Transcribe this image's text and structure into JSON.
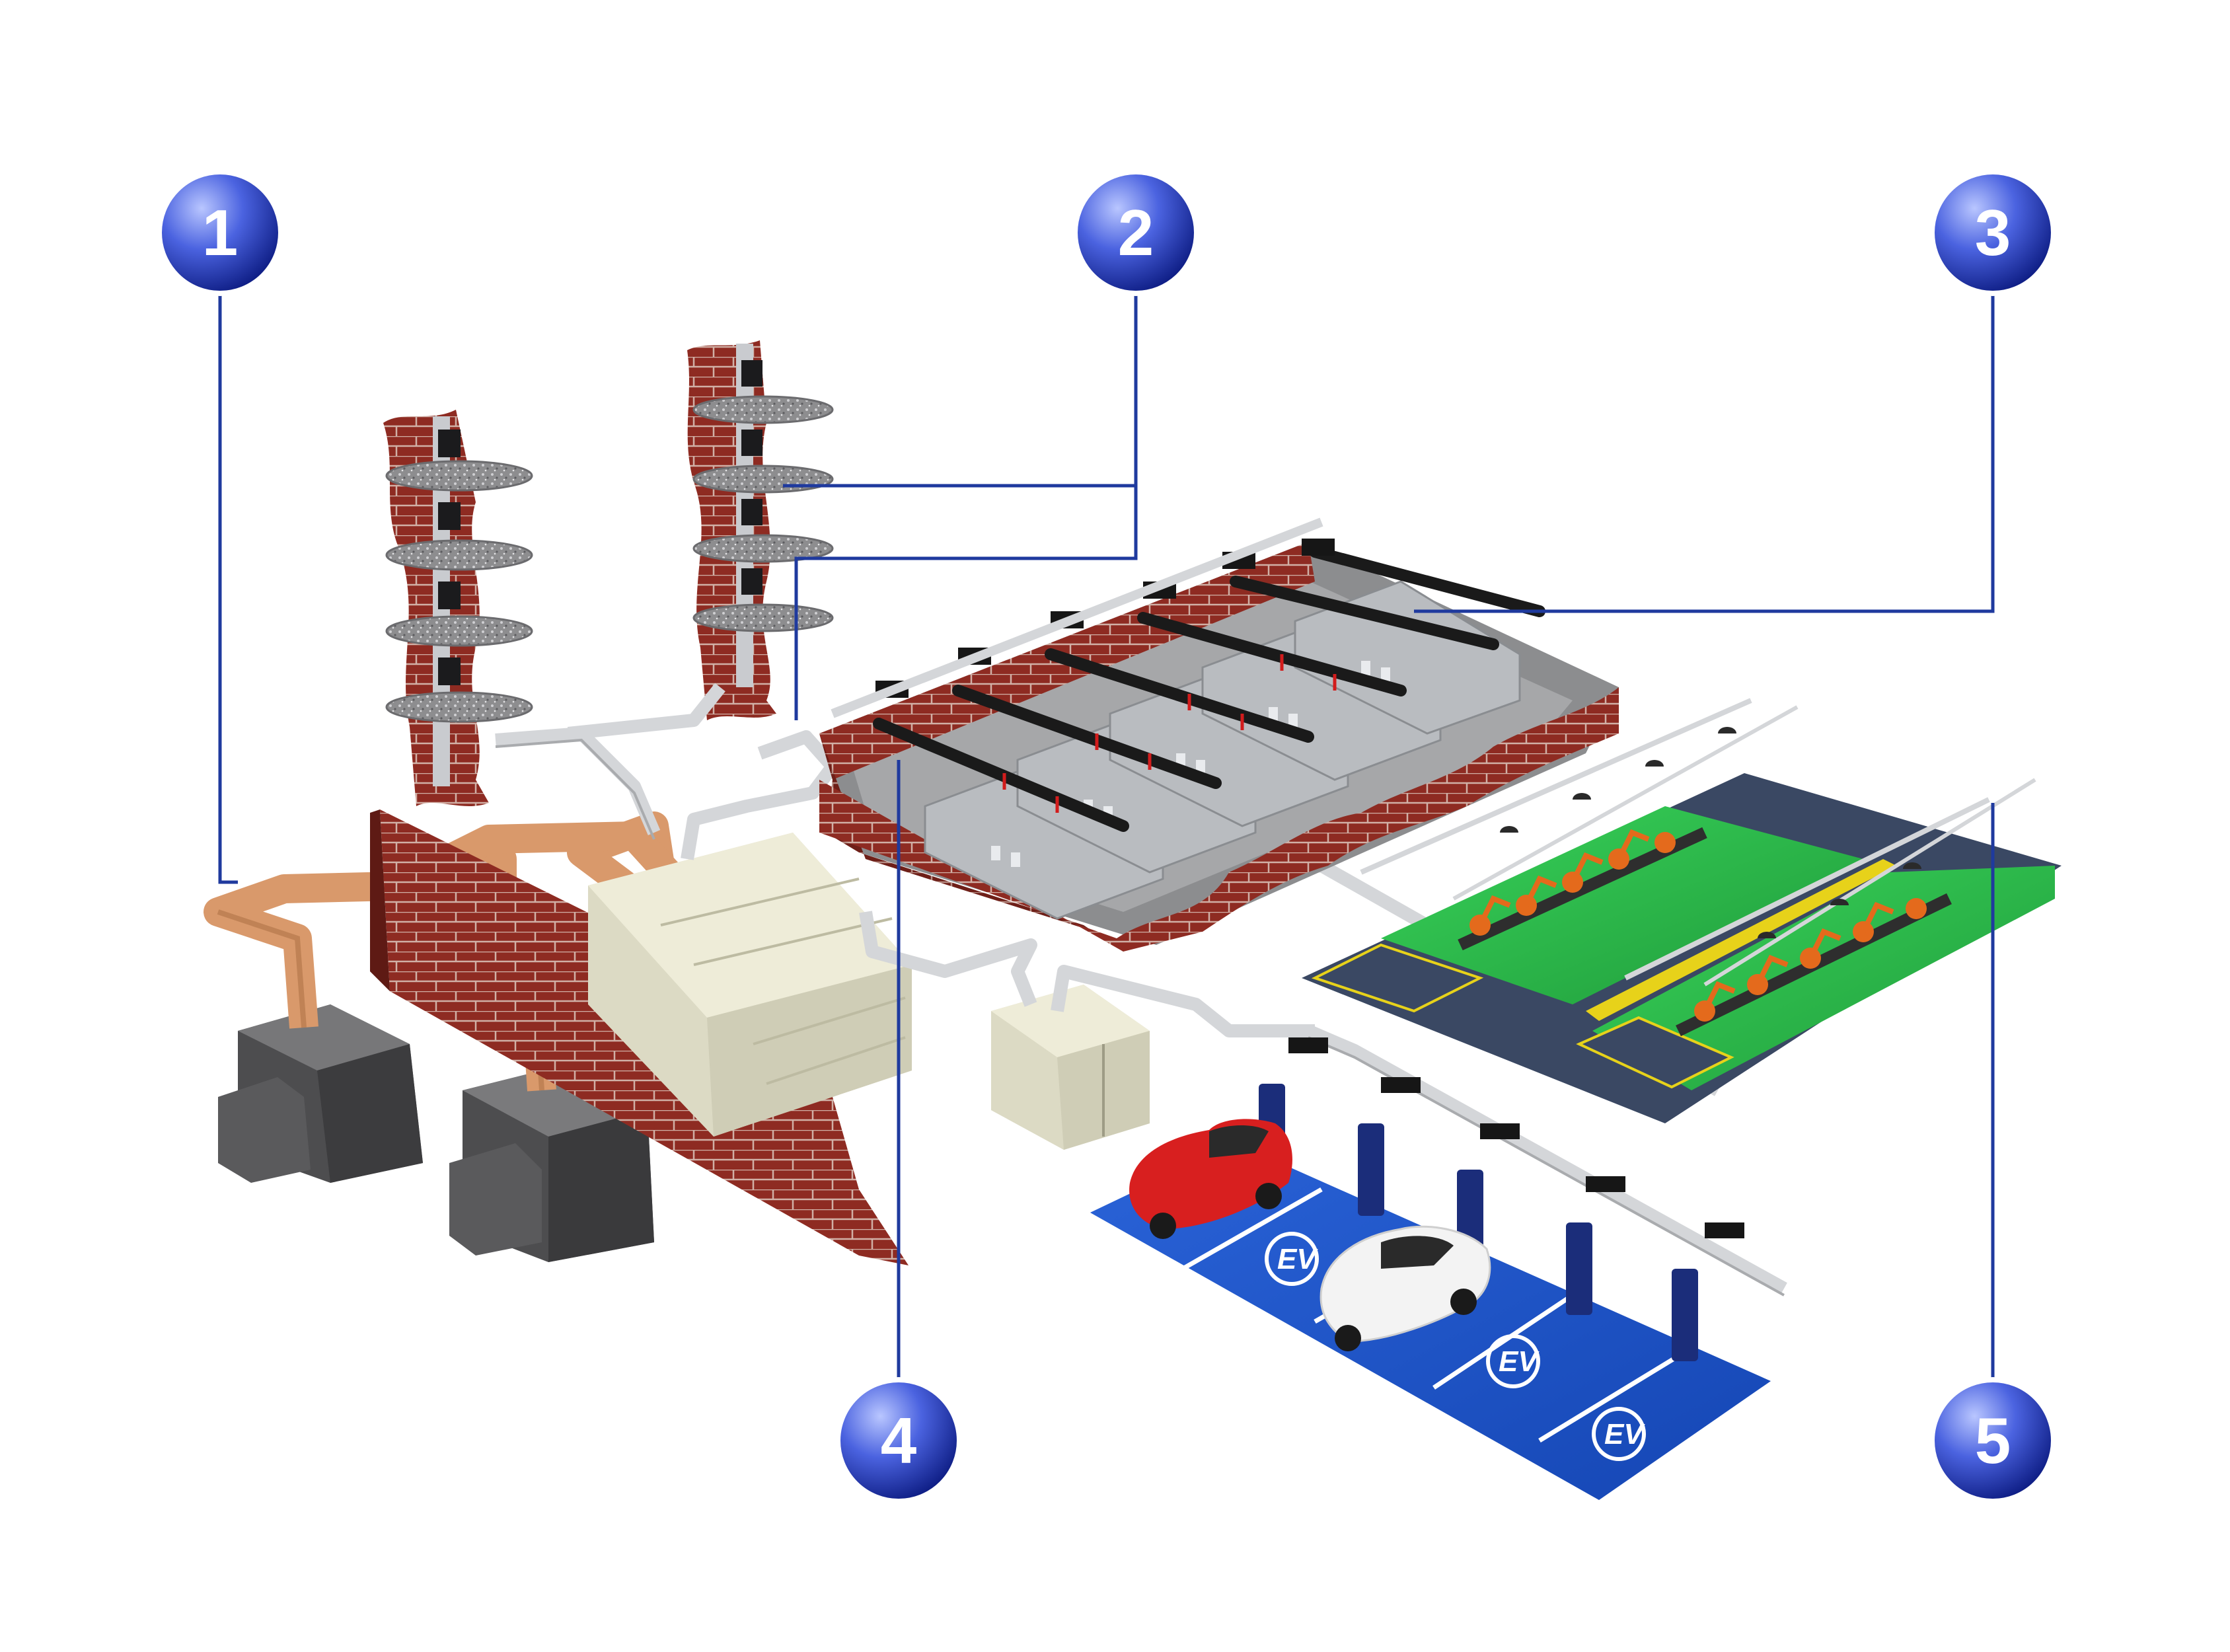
{
  "colors": {
    "callout_line": "#1f3a9e",
    "badge_light": "#9fb0ff",
    "badge_mid": "#3b53d6",
    "badge_dark": "#0d1d8a",
    "brick": "#8e2b22",
    "brick_dark": "#5e1a14",
    "mortar": "#c9a9a0",
    "busbar": "#d7d9dc",
    "copper": "#d9996b",
    "stone": "#5a5a5a",
    "transformer": "#e4e2cc",
    "rack": "#b9bcc0",
    "factory_green": "#2fbf4a",
    "factory_floor": "#3b4a66",
    "parking_blue": "#1d54c6",
    "charger": "#1b2d7a",
    "car_red": "#d81f1f",
    "car_white": "#f3f3f3"
  },
  "callouts": [
    {
      "number": "1"
    },
    {
      "number": "2"
    },
    {
      "number": "3"
    },
    {
      "number": "4"
    },
    {
      "number": "5"
    }
  ],
  "parking": {
    "bays": [
      {
        "label": "EV"
      },
      {
        "label": "EV"
      },
      {
        "label": "EV"
      }
    ]
  }
}
